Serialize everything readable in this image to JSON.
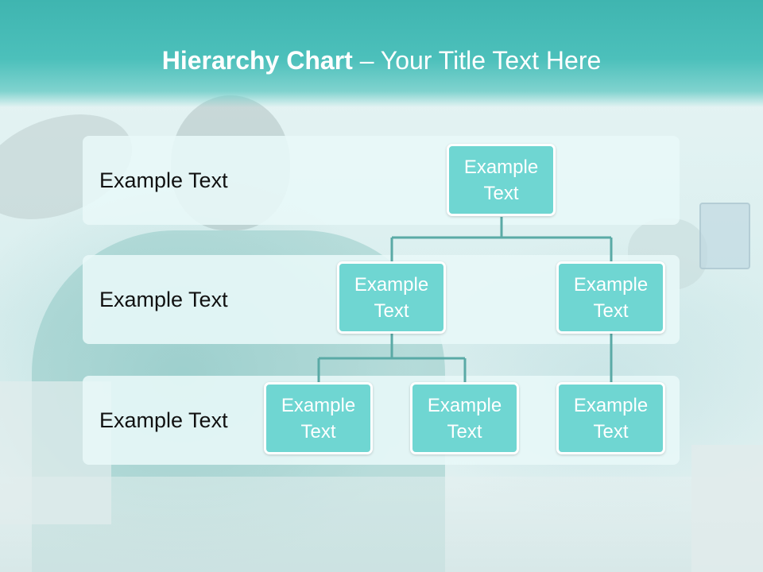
{
  "slide": {
    "title_bold": "Hierarchy Chart",
    "title_rest": " – Your Title Text Here"
  },
  "levels": [
    {
      "label": "Example Text"
    },
    {
      "label": "Example Text"
    },
    {
      "label": "Example Text"
    }
  ],
  "nodes": [
    {
      "label": "Example Text"
    },
    {
      "label": "Example Text"
    },
    {
      "label": "Example Text"
    },
    {
      "label": "Example Text"
    },
    {
      "label": "Example Text"
    },
    {
      "label": "Example Text"
    }
  ],
  "colors": {
    "header": "#4cc0bb",
    "node_fill": "#6fd6d2",
    "connector": "#5aaaa6",
    "band": "#e8f8f8"
  }
}
